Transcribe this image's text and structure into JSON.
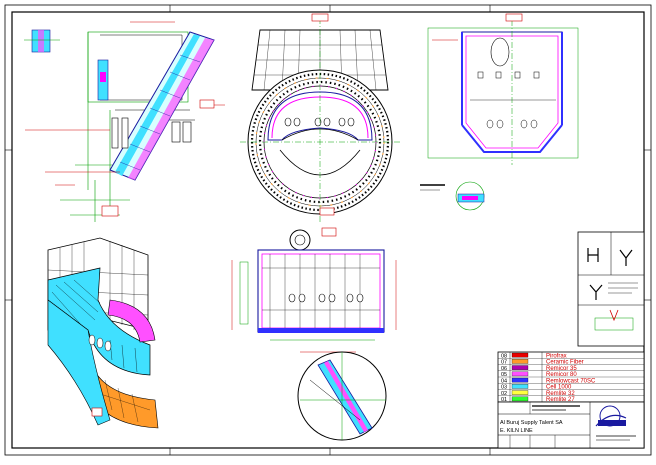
{
  "legend": {
    "rows": [
      {
        "code": "08",
        "name": "Pirofrax",
        "color": "#e80000"
      },
      {
        "code": "07",
        "name": "Ceramic Fiber",
        "color": "#ff9a2a"
      },
      {
        "code": "06",
        "name": "Remicor 35",
        "color": "#b000b0"
      },
      {
        "code": "05",
        "name": "Remicor 80",
        "color": "#ff50ff"
      },
      {
        "code": "04",
        "name": "Remlowcast 70SC",
        "color": "#3030ff"
      },
      {
        "code": "03",
        "name": "Cell 1000",
        "color": "#40e0ff"
      },
      {
        "code": "02",
        "name": "Remlite 32",
        "color": "#ffff40"
      },
      {
        "code": "01",
        "name": "Remlite 27",
        "color": "#30ff30"
      }
    ]
  },
  "title_block": {
    "line1": "Al Buruj Supply Talent SA",
    "line2": "E. KILN LINE"
  },
  "colors": {
    "frame": "#000000",
    "construction": "#00a000",
    "dimension": "#d00000",
    "steel": "#1a1aa0",
    "lining": "#40e0ff",
    "accent": "#ff50ff"
  }
}
